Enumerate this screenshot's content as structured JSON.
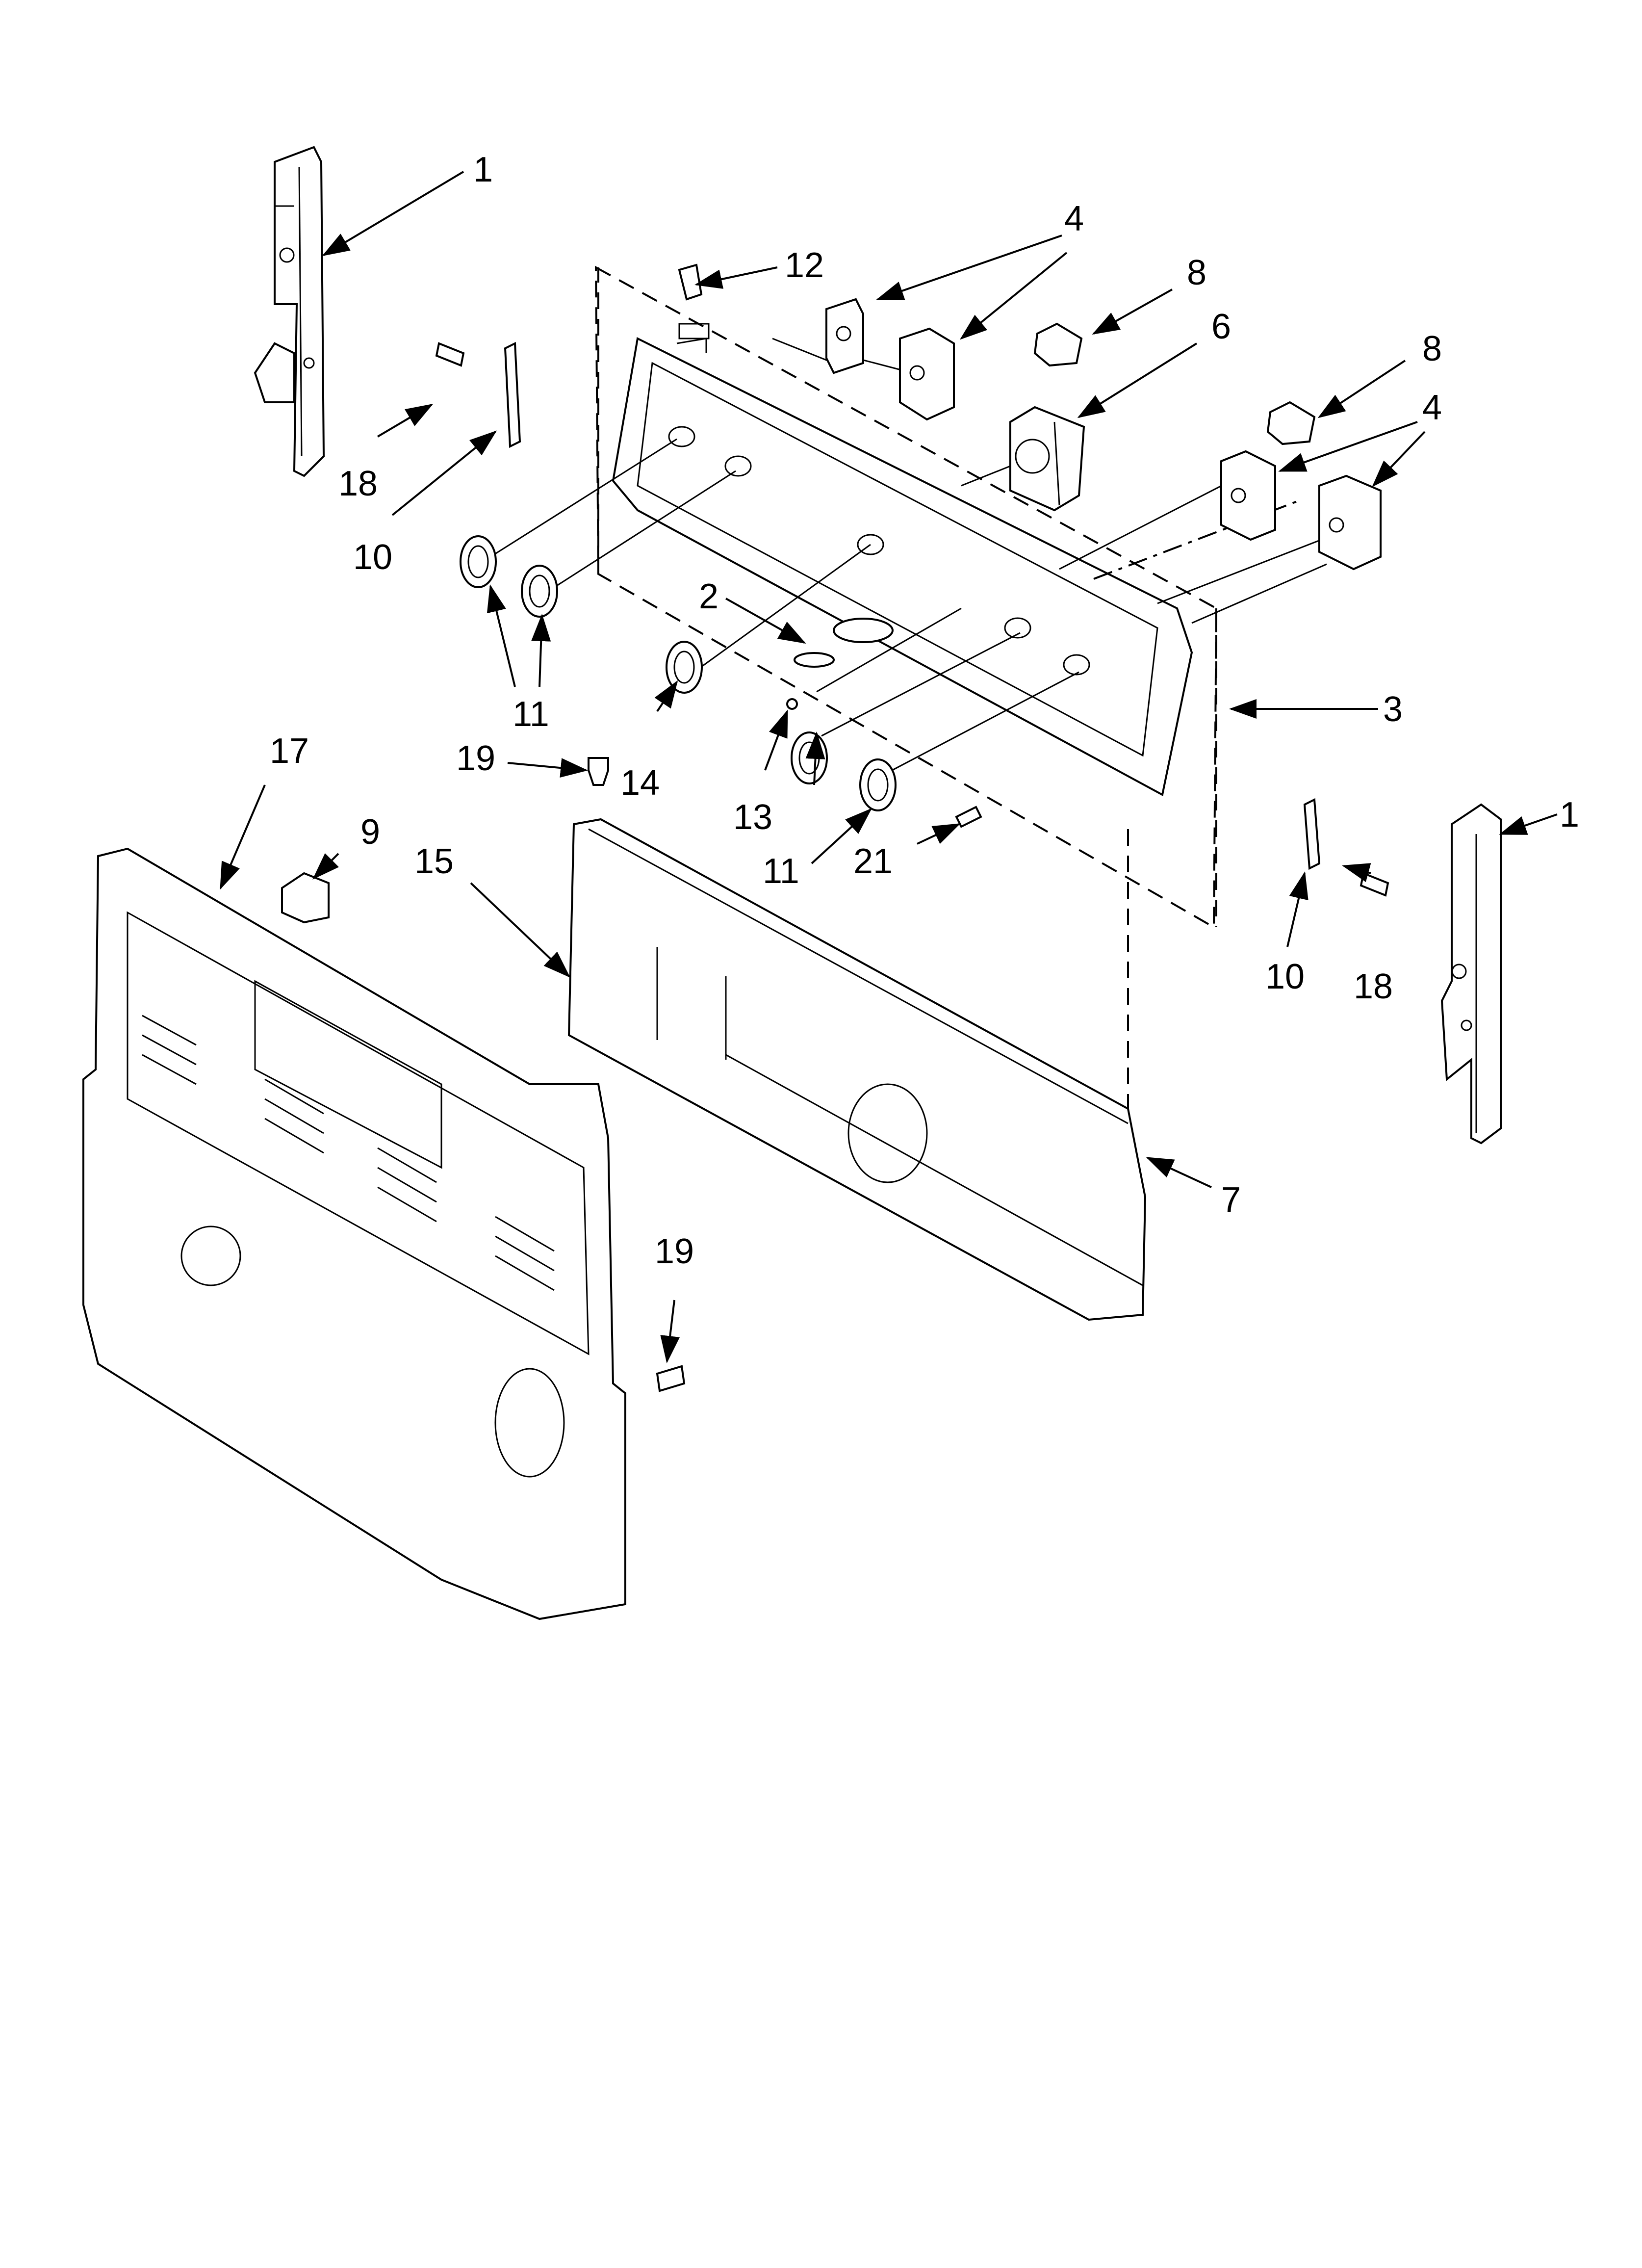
{
  "callouts": {
    "c1_left": "1",
    "c1_right": "1",
    "c2": "2",
    "c3": "3",
    "c4_top": "4",
    "c4_right": "4",
    "c6": "6",
    "c7": "7",
    "c8_top": "8",
    "c8_right": "8",
    "c9": "9",
    "c10_left": "10",
    "c10_right": "10",
    "c11_left": "11",
    "c11_mid": "11",
    "c12": "12",
    "c13": "13",
    "c14": "14",
    "c15": "15",
    "c17": "17",
    "c18_left": "18",
    "c18_right": "18",
    "c19_top": "19",
    "c19_bottom": "19",
    "c21": "21"
  }
}
